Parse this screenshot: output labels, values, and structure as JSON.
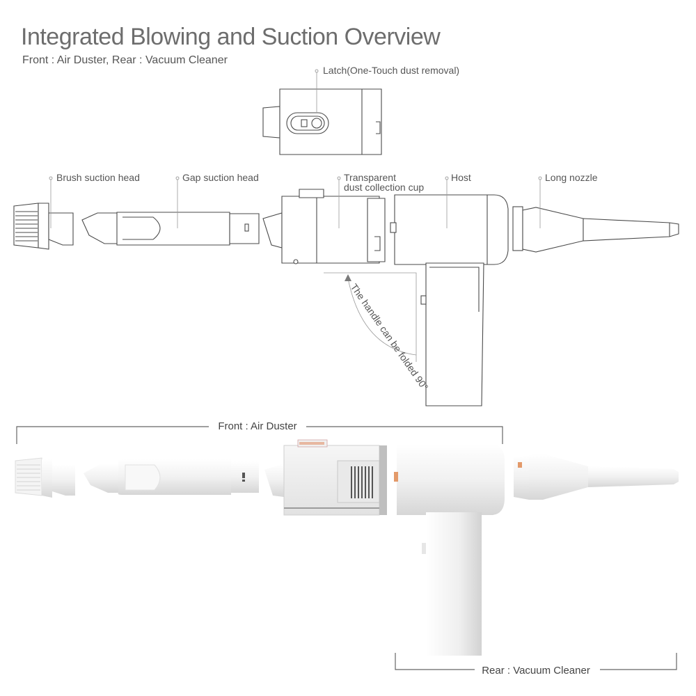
{
  "title": "Integrated Blowing and Suction Overview",
  "subtitle": "Front : Air Duster, Rear : Vacuum Cleaner",
  "labels": {
    "latch": "Latch(One-Touch dust removal)",
    "brush": "Brush suction head",
    "gap": "Gap suction head",
    "cup_line1": "Transparent",
    "cup_line2": "dust collection cup",
    "host": "Host",
    "nozzle": "Long nozzle",
    "fold_note": "The handle can be folded 90°"
  },
  "sections": {
    "front": "Front : Air Duster",
    "rear": "Rear : Vacuum Cleaner"
  },
  "colors": {
    "outline": "#4a4a4a",
    "product_white": "#f2f2f2",
    "shadow": "#d9d9d9",
    "accent_orange": "#e39a6a"
  }
}
